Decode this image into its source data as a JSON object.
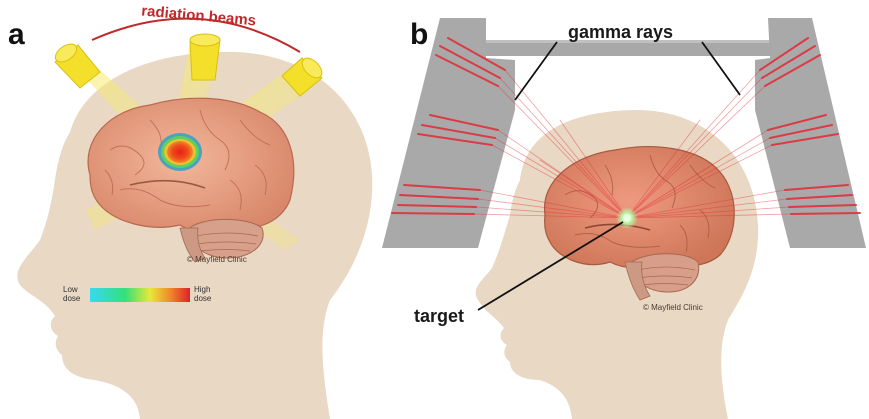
{
  "panel_a": {
    "letter": "a",
    "beams_label": "radiation beams",
    "legend": {
      "low_line1": "Low",
      "low_line2": "dose",
      "high_line1": "High",
      "high_line2": "dose"
    },
    "credit": "© Mayfield Clinic"
  },
  "panel_b": {
    "letter": "b",
    "rays_label": "gamma rays",
    "target_label": "target",
    "credit": "© Mayfield Clinic"
  },
  "colors": {
    "skin": "#e8d8c4",
    "brain": "#e9a58a",
    "gantry": "#a9a9a9",
    "beam_red": "#e0303a",
    "beam_yellow": "#f5e04a"
  }
}
